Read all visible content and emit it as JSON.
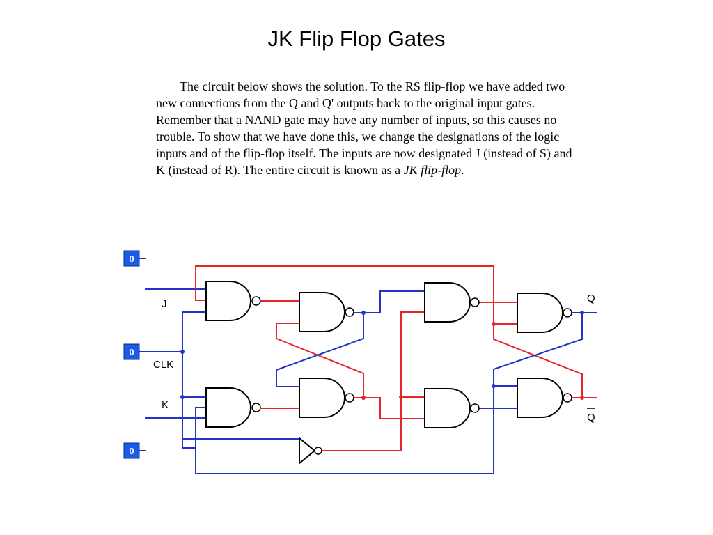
{
  "title": "JK Flip Flop Gates",
  "paragraph": {
    "before_emphasis": "The circuit below shows the solution. To the RS flip-flop we have added two new connections from the Q and Q' outputs back to the original input gates. Remember that a NAND gate may have any number of inputs, so this causes no trouble. To show that we have done this, we change the designations of the logic inputs and of the flip-flop itself. The inputs are now designated J (instead of S) and K (instead of R). The entire circuit is known as a ",
    "emphasis": "JK flip-flop",
    "after_emphasis": "."
  },
  "circuit": {
    "inputs": [
      {
        "label": "J",
        "value": "0"
      },
      {
        "label": "CLK",
        "value": "0"
      },
      {
        "label": "K",
        "value": "0"
      }
    ],
    "outputs": {
      "q": "Q",
      "q_bar": "Q"
    },
    "colors": {
      "high": "#e8242a",
      "low": "#2233cc",
      "input_box": "#1a5ce6"
    }
  }
}
